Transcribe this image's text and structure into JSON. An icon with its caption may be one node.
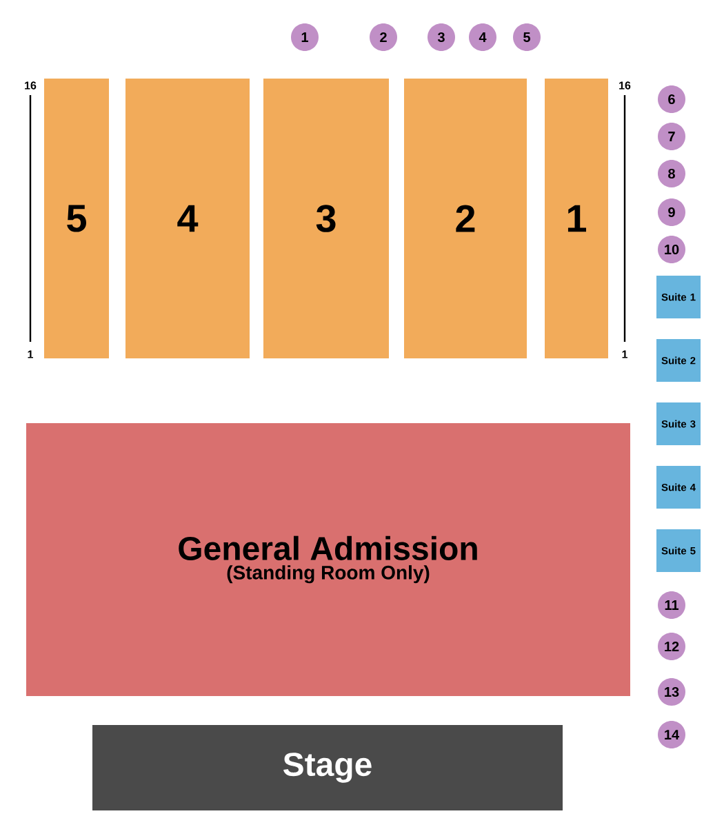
{
  "diagram": {
    "nodes": [
      {
        "text": [
          "1"
        ]
      },
      {
        "text": [
          "2"
        ]
      },
      {
        "text": [
          "3"
        ]
      },
      {
        "text": [
          "4"
        ]
      },
      {
        "text": [
          "5"
        ]
      },
      {
        "text": [
          "5"
        ]
      },
      {
        "text": [
          "4"
        ]
      },
      {
        "text": [
          "3"
        ]
      },
      {
        "text": [
          "2"
        ]
      },
      {
        "text": [
          "1"
        ]
      },
      {
        "text": [
          "6"
        ]
      },
      {
        "text": [
          "7"
        ]
      },
      {
        "text": [
          "8"
        ]
      },
      {
        "text": [
          "9"
        ]
      },
      {
        "text": [
          "10"
        ]
      },
      {
        "text": [
          "Suite 1"
        ]
      },
      {
        "text": [
          "Suite 2"
        ]
      },
      {
        "text": [
          "Suite 3"
        ]
      },
      {
        "text": [
          "Suite 4"
        ]
      },
      {
        "text": [
          "Suite 5"
        ]
      },
      {
        "text": [
          "11"
        ]
      },
      {
        "text": [
          "12"
        ]
      },
      {
        "text": [
          "13"
        ]
      },
      {
        "text": [
          "14"
        ]
      },
      {
        "text": [
          "General Admission",
          "(Standing Room Only)"
        ]
      },
      {
        "text": [
          "Stage"
        ]
      }
    ],
    "labels": [
      "16",
      "16",
      "1",
      "1"
    ]
  }
}
